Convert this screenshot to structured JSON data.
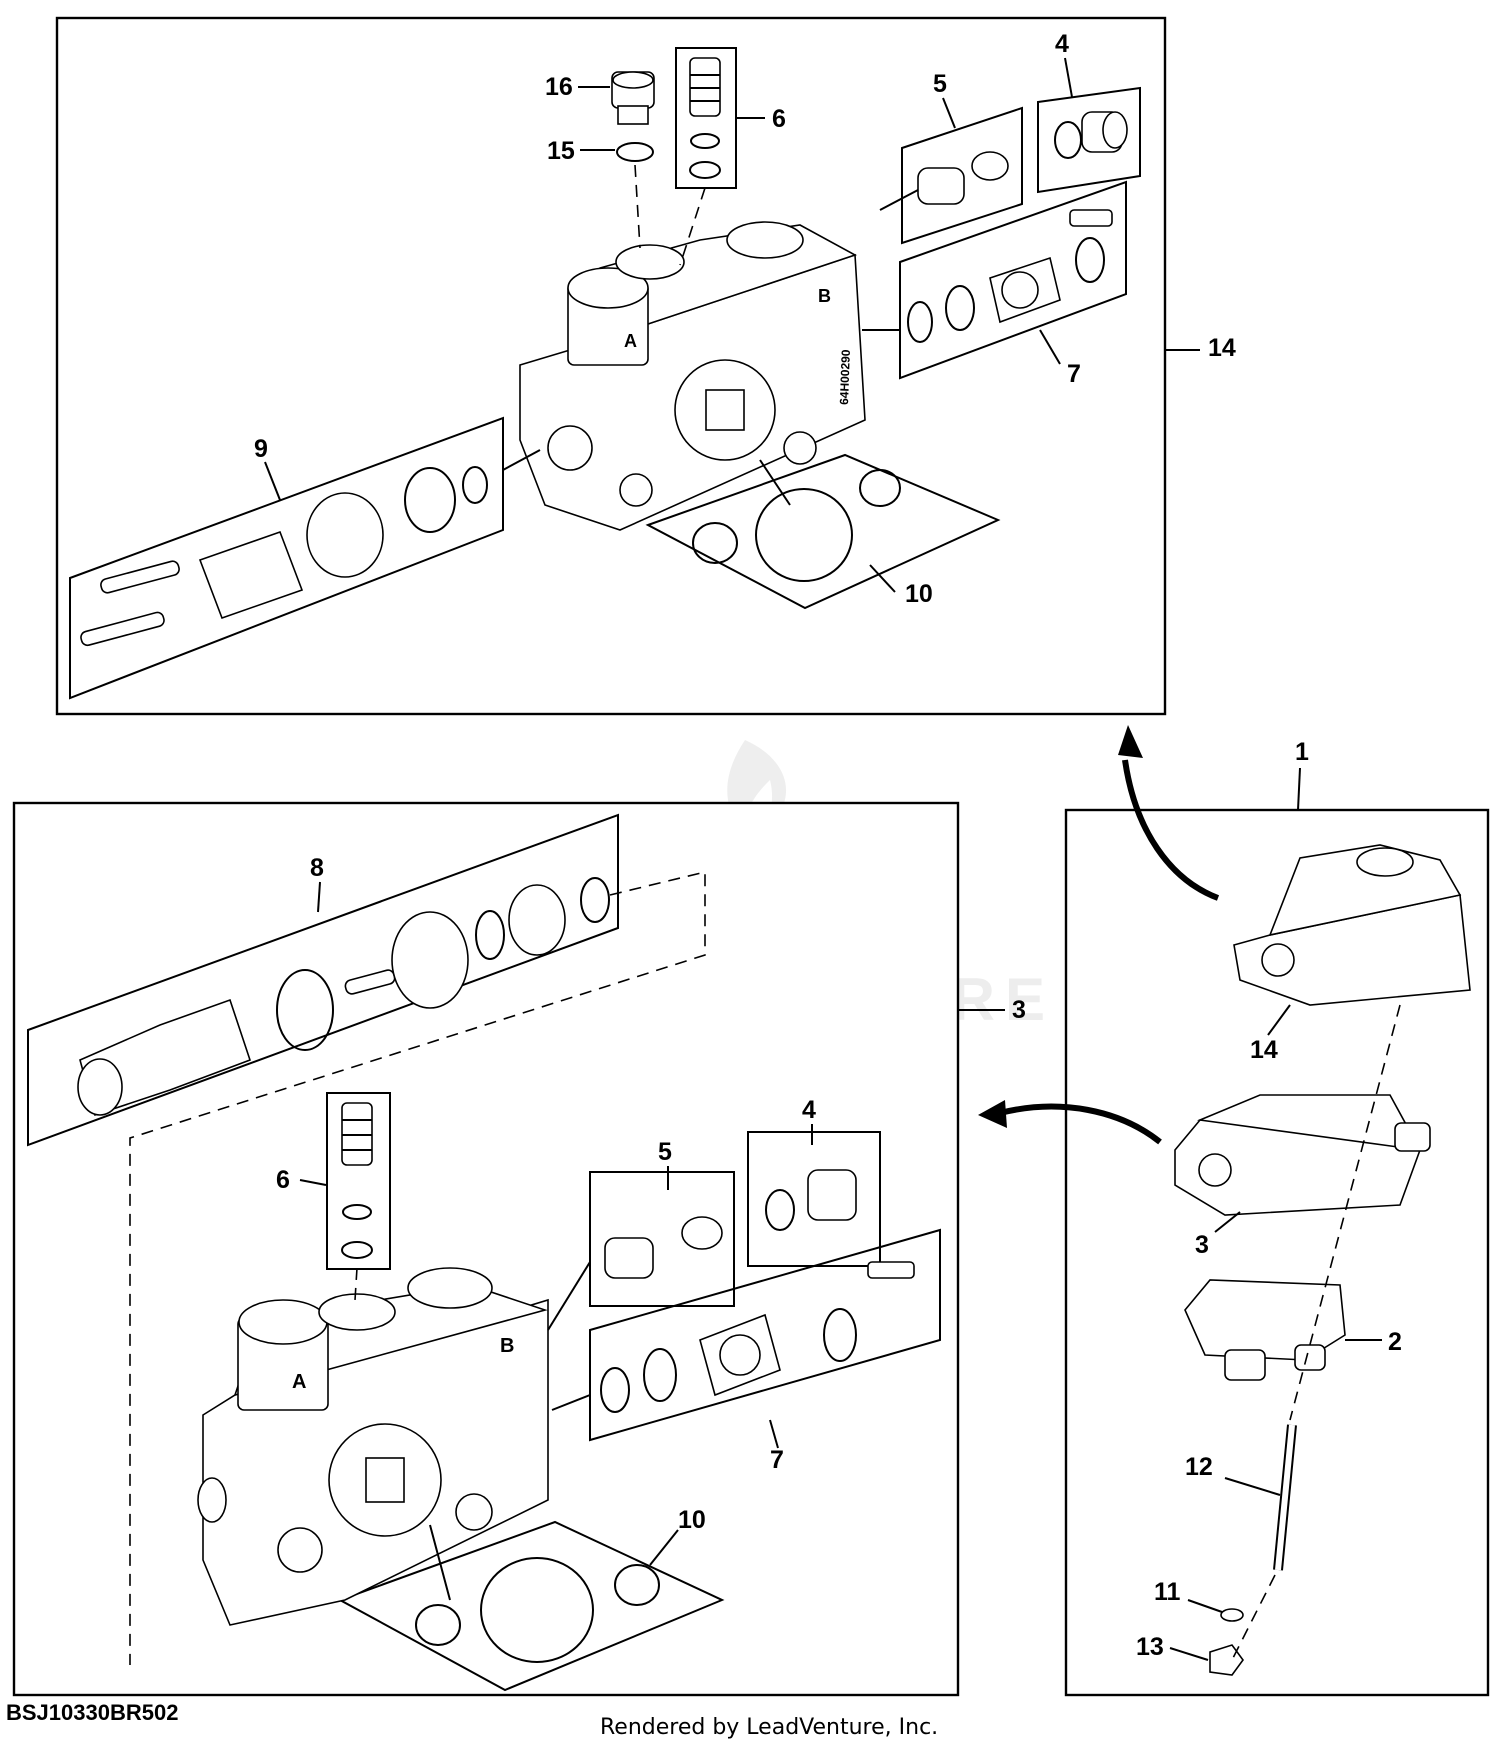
{
  "figure_id": "BSJ10330BR502",
  "rendered_by": "Rendered by LeadVenture, Inc.",
  "watermark": "LEADVENTURE",
  "callouts": {
    "top": {
      "c16": "16",
      "c15": "15",
      "c6": "6",
      "c5": "5",
      "c4": "4",
      "c14": "14",
      "c7": "7",
      "c9": "9",
      "c10": "10"
    },
    "bottom": {
      "c8": "8",
      "c3": "3",
      "c6": "6",
      "c5": "5",
      "c4": "4",
      "c7": "7",
      "c10": "10"
    },
    "assembly": {
      "c1": "1",
      "c14": "14",
      "c3": "3",
      "c2": "2",
      "c12": "12",
      "c11": "11",
      "c13": "13"
    }
  },
  "valve_markings": {
    "port_a": "A",
    "port_b": "B",
    "serial": "64H00290"
  }
}
